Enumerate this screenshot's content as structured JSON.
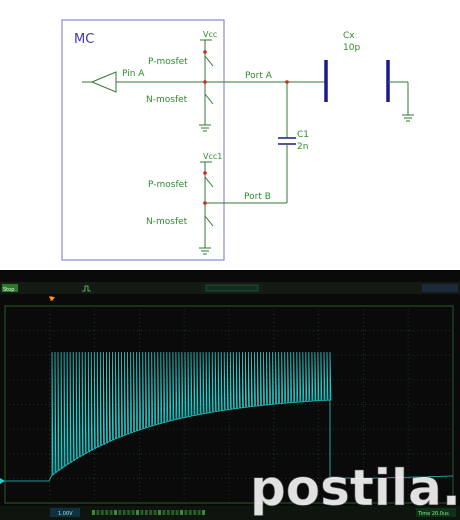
{
  "schematic": {
    "mc_label": "MC",
    "vcc_top": "Vcc",
    "vcc_bottom": "Vcc1",
    "p_mosfet_top": "P-mosfet",
    "n_mosfet_top": "N-mosfet",
    "p_mosfet_bottom": "P-mosfet",
    "n_mosfet_bottom": "N-mosfet",
    "pin_a": "Pin A",
    "port_a": "Port A",
    "port_b": "Port B",
    "cx_name": "Cx",
    "cx_value": "10p",
    "c1_name": "C1",
    "c1_value": "2n",
    "colors": {
      "box": "#8a8ad0",
      "wire": "#2f7a2f",
      "label": "#2e8b2e",
      "title": "#3a3ab0",
      "node": "#e02020",
      "plate": "#1a1a8c"
    }
  },
  "scope": {
    "top_status": "Stop",
    "trigger_marker": "T",
    "bottom_ch1": "1.00V",
    "bottom_time": "Time 20.0us",
    "watermark": "postila.ru",
    "colors": {
      "bg": "#0a0a0a",
      "frame": "#2a5a2a",
      "grid": "#1c3a1c",
      "trace": "#27c9c9",
      "watermark": "#ffffff"
    }
  }
}
